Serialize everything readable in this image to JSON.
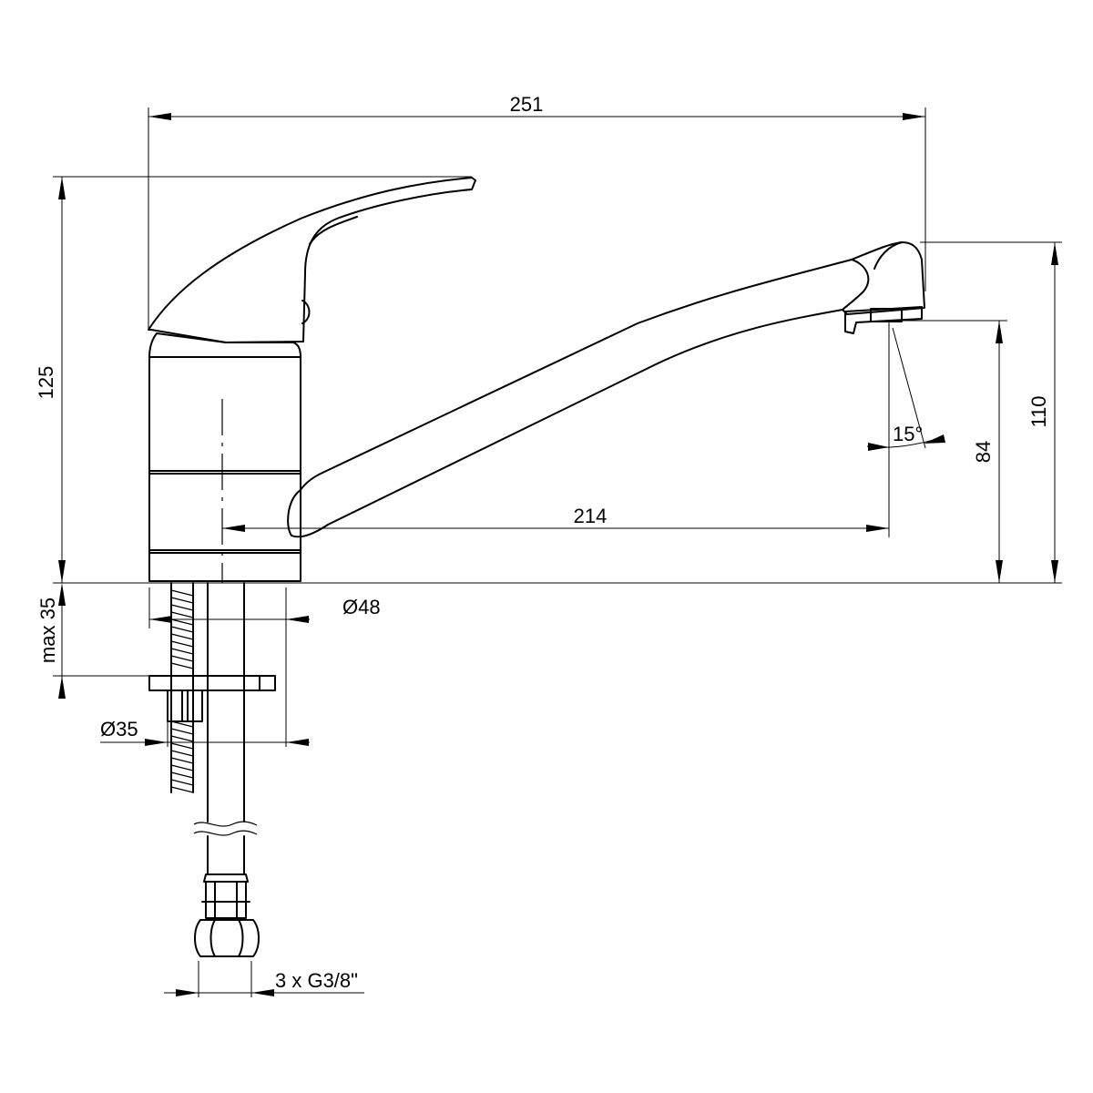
{
  "dimensions": {
    "overall_width": "251",
    "total_height": "125",
    "spout_height": "110",
    "outlet_height": "84",
    "spout_reach": "214",
    "outlet_angle": "15°",
    "body_diameter": "Ø48",
    "mount_hole_diameter": "Ø35",
    "counter_thickness": "max 35",
    "hose_connections": "3 x G3/8\""
  }
}
